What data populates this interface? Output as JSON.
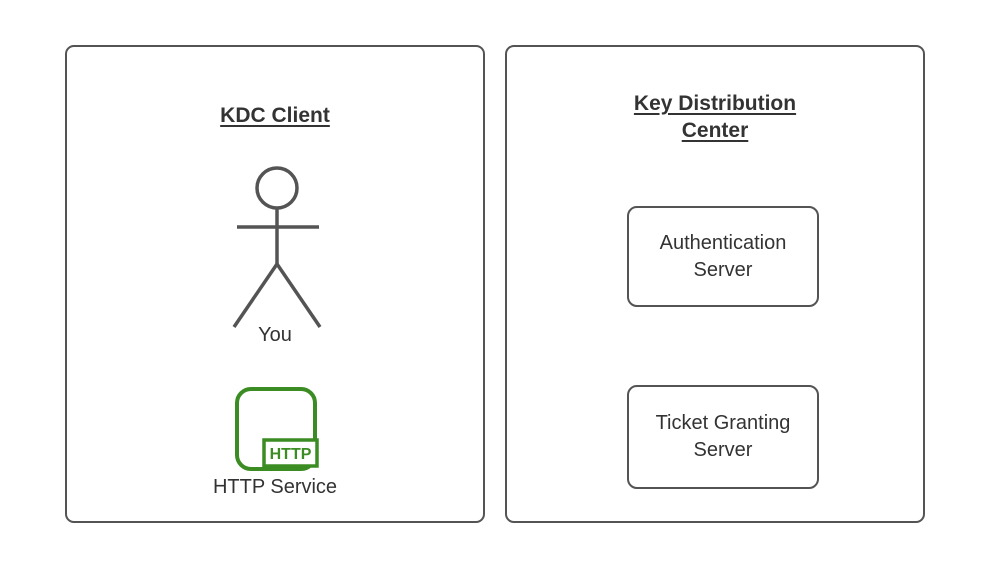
{
  "client_panel": {
    "title": "KDC Client",
    "actor_label": "You",
    "http_badge_label": "HTTP",
    "service_label": "HTTP Service"
  },
  "kdc_panel": {
    "title": "Key Distribution Center",
    "nodes": [
      {
        "label": "Authentication Server"
      },
      {
        "label": "Ticket Granting Server"
      }
    ]
  },
  "icons": {
    "actor": "stick-figure-icon",
    "service": "http-service-icon"
  },
  "colors": {
    "panel_border": "#545454",
    "node_border": "#545454",
    "text": "#333333",
    "http_green": "#3b8c22",
    "background": "#ffffff"
  }
}
